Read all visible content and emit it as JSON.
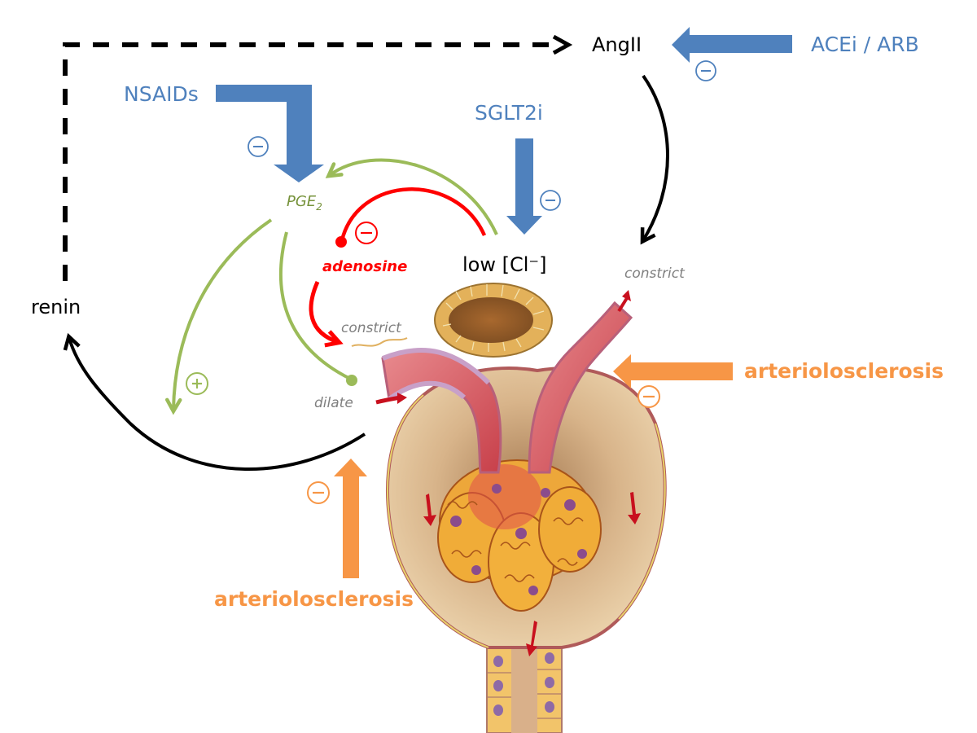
{
  "diagram": {
    "title": "Juxtaglomerular apparatus regulation",
    "colors": {
      "drug_blue": "#4f81bd",
      "pathology_orange": "#f79646",
      "pge2_green": "#9bbb59",
      "pge2_text_green": "#77933c",
      "adenosine_red": "#ff0000",
      "annotation_grey": "#7f7f7f",
      "pathway_black": "#000000"
    },
    "nodes": {
      "angII": "AngII",
      "renin": "renin",
      "pge2": "PGE",
      "pge2_subscript": "2",
      "adenosine": "adenosine",
      "low_cl": "low [Cl⁻]"
    },
    "drugs": {
      "acei_arb": "ACEi / ARB",
      "nsaids": "NSAIDs",
      "sglt2i": "SGLT2i"
    },
    "pathology": {
      "right": "arteriolosclerosis",
      "bottom": "arteriolosclerosis"
    },
    "annotations": {
      "constrict_efferent": "constrict",
      "constrict_afferent": "constrict",
      "dilate": "dilate"
    },
    "signs": {
      "minus": "−",
      "plus": "+"
    },
    "edges": [
      {
        "from": "renin",
        "to": "AngII",
        "style": "dashed",
        "effect": "produces"
      },
      {
        "from": "ACEi / ARB",
        "to": "AngII",
        "effect": "inhibit"
      },
      {
        "from": "AngII",
        "to": "efferent arteriole",
        "effect": "constrict"
      },
      {
        "from": "NSAIDs",
        "to": "PGE2",
        "effect": "inhibit"
      },
      {
        "from": "SGLT2i",
        "to": "low [Cl-]",
        "effect": "inhibit"
      },
      {
        "from": "low [Cl-]",
        "to": "PGE2",
        "effect": "stimulate"
      },
      {
        "from": "low [Cl-]",
        "to": "adenosine",
        "effect": "inhibit"
      },
      {
        "from": "adenosine",
        "to": "afferent arteriole",
        "effect": "constrict"
      },
      {
        "from": "PGE2",
        "to": "afferent arteriole",
        "effect": "dilate"
      },
      {
        "from": "PGE2",
        "to": "renin",
        "effect": "stimulate"
      },
      {
        "from": "afferent arteriole",
        "to": "renin",
        "effect": "stimulate"
      },
      {
        "from": "arteriolosclerosis",
        "to": "efferent arteriole",
        "effect": "inhibit"
      },
      {
        "from": "arteriolosclerosis",
        "to": "afferent arteriole",
        "effect": "inhibit"
      }
    ],
    "illustration": "glomerulus-with-macula-densa"
  }
}
